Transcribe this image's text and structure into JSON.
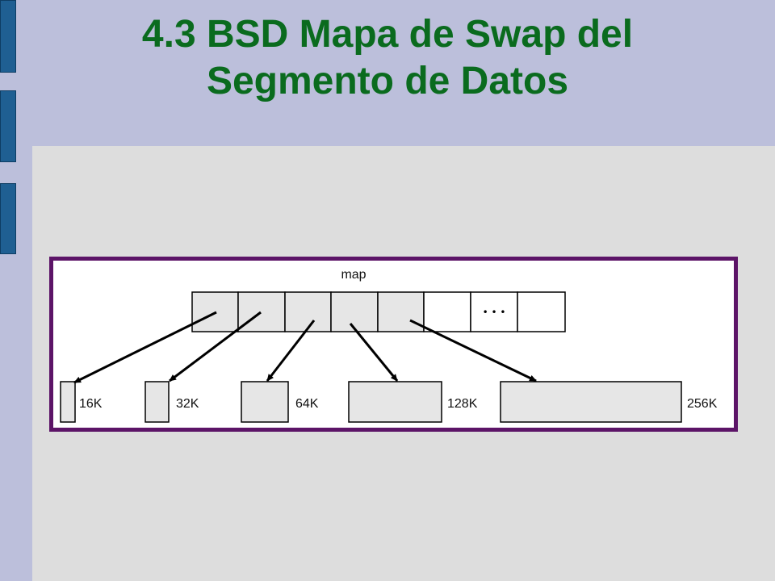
{
  "slide": {
    "title_line1": "4.3 BSD Mapa de Swap del",
    "title_line2": "Segmento de Datos",
    "colors": {
      "background": "#bcbfdb",
      "content": "#dddddd",
      "title": "#0a6b1e",
      "frame": "#5c1467",
      "accent_bars": "#1f5f92"
    }
  },
  "diagram": {
    "map_label": "map",
    "map_cells": 8,
    "filled_cells": 5,
    "ellipsis_text": "• • •",
    "blocks": [
      {
        "label": "16K"
      },
      {
        "label": "32K"
      },
      {
        "label": "64K"
      },
      {
        "label": "128K"
      },
      {
        "label": "256K"
      }
    ]
  }
}
